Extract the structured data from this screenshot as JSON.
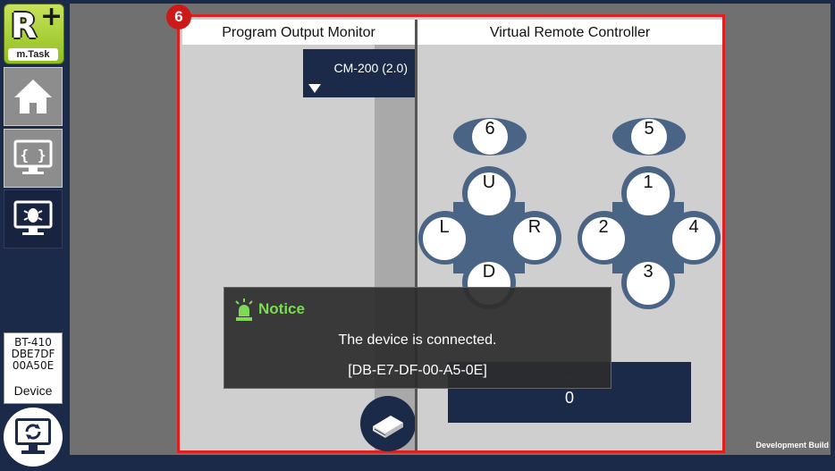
{
  "app": {
    "logo_letter": "R",
    "logo_plus": "+",
    "logo_name": "m.Task"
  },
  "sidebar": {
    "items": [
      {
        "name": "home",
        "icon": "home-icon"
      },
      {
        "name": "code",
        "icon": "code-braces-icon"
      },
      {
        "name": "debug",
        "icon": "monitor-bug-icon",
        "active": true
      }
    ],
    "device": {
      "id_lines": [
        "BT-410",
        "DBE7DF",
        "00A50E"
      ],
      "label": "Device"
    },
    "connect_icon": "monitor-sync-icon"
  },
  "annotation_badge": "6",
  "output_monitor": {
    "title": "Program Output Monitor",
    "controller_select": "CM-200 (2.0)"
  },
  "remote": {
    "title": "Virtual Remote Controller",
    "left_top": "6",
    "right_top": "5",
    "left_pad": {
      "up": "U",
      "left": "L",
      "right": "R",
      "down": "D"
    },
    "right_pad": {
      "up": "1",
      "left": "2",
      "right": "4",
      "down": "3"
    },
    "value_dash": "-",
    "value": "0"
  },
  "notice": {
    "title": "Notice",
    "message": "The device is connected.",
    "address": "[DB-E7-DF-00-A5-0E]"
  },
  "build_tag": "Development Build",
  "colors": {
    "accent_navy": "#1c2a4a",
    "pad_blue": "#4a6485",
    "highlight_red": "#e02020",
    "notice_green": "#7ed957"
  }
}
